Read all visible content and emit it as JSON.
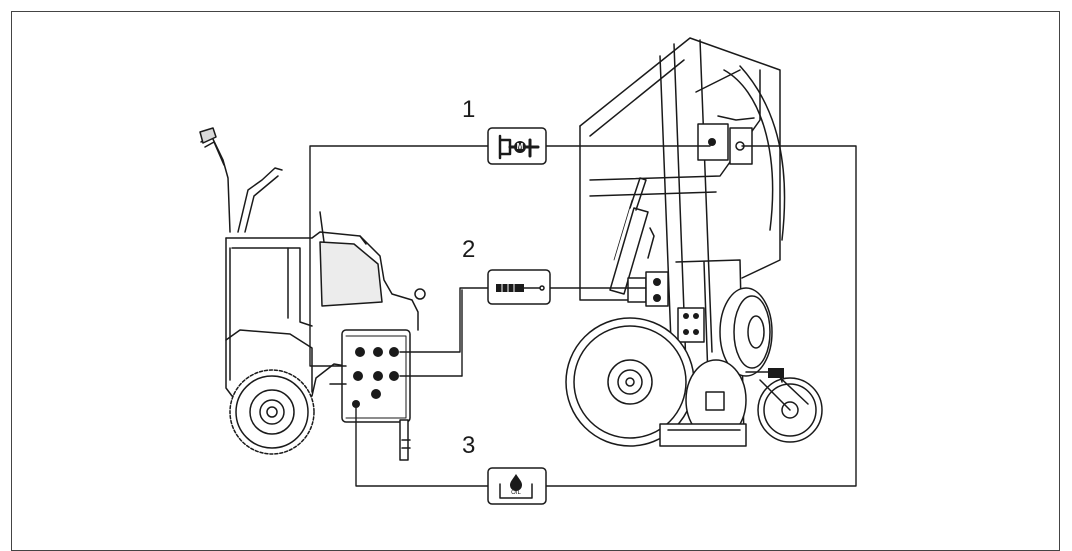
{
  "callouts": [
    {
      "id": "1",
      "symbol": "motor-icon"
    },
    {
      "id": "2",
      "symbol": "hydraulic-cylinder-icon"
    },
    {
      "id": "3",
      "symbol": "oil-tank-icon"
    }
  ],
  "oil_label": "OIL",
  "colors": {
    "line": "#1a1a1a",
    "fill_light": "#d9d9d9",
    "fill_dark": "#1a1a1a"
  }
}
